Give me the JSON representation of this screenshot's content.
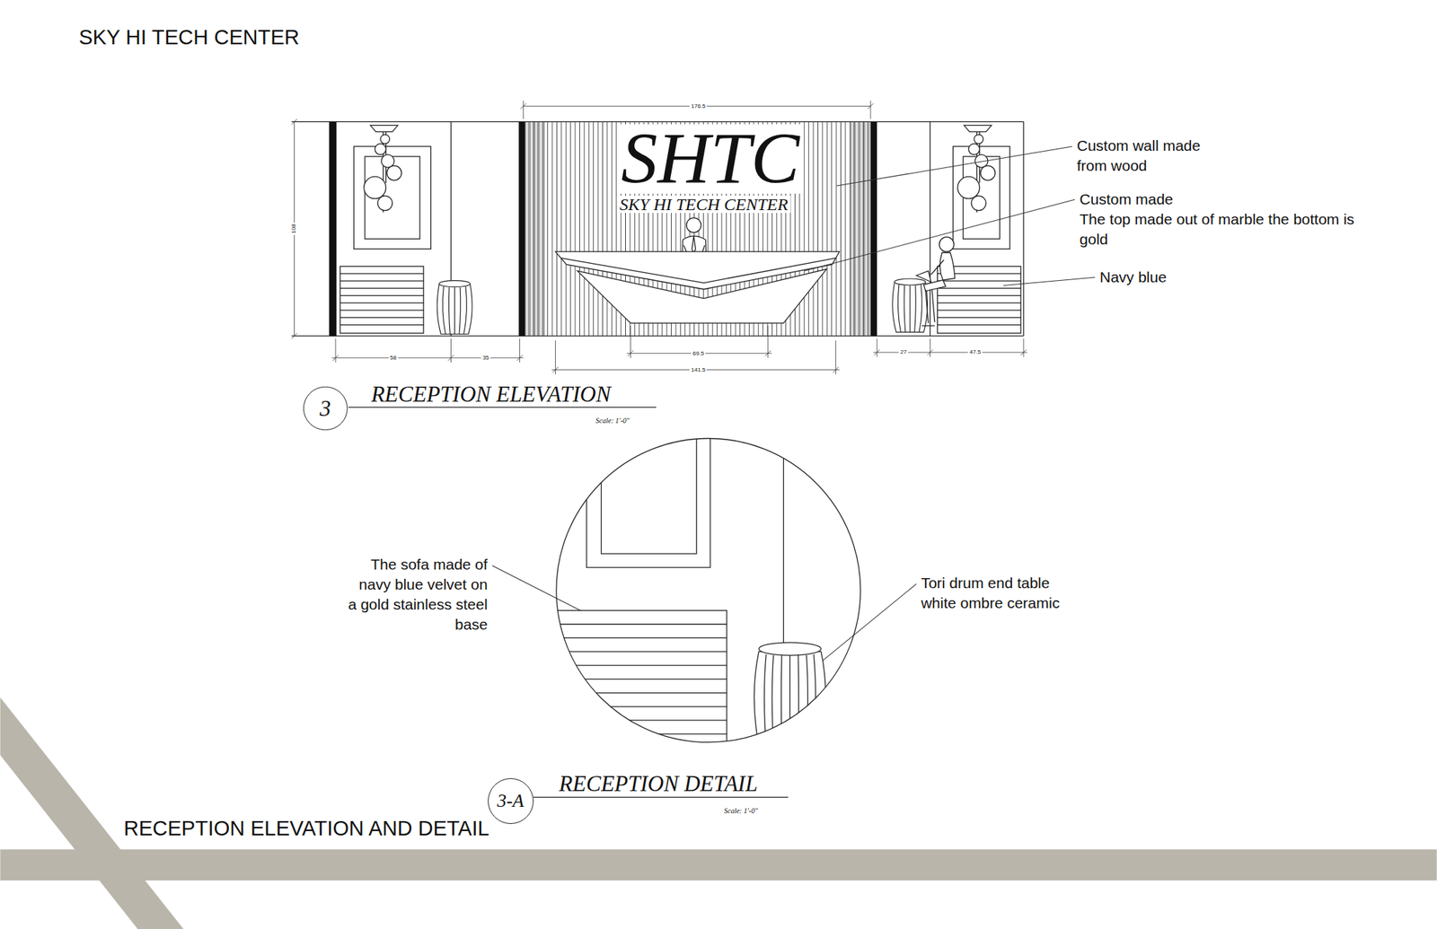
{
  "diagram": {
    "title": "SKY HI TECH CENTER",
    "caption": "RECEPTION ELEVATION AND DETAIL",
    "nodes": [
      {
        "text": [
          "3"
        ]
      },
      {
        "text": [
          "3-A"
        ]
      }
    ],
    "labels": [
      "SHTC",
      "SKY HI TECH CENTER",
      "176.5",
      "108",
      "58",
      "35",
      "69.5",
      "141.5",
      "27",
      "47.5",
      "Custom wall made from wood",
      "Custom made",
      "The top made out of marble the bottom is gold",
      "Navy blue",
      "RECEPTION ELEVATION",
      "Scale: 1'-0\"",
      "The sofa made of navy blue velvet on a gold stainless steel base",
      "Tori drum end table white ombre ceramic",
      "RECEPTION DETAIL",
      "Scale: 1'-0\""
    ]
  }
}
